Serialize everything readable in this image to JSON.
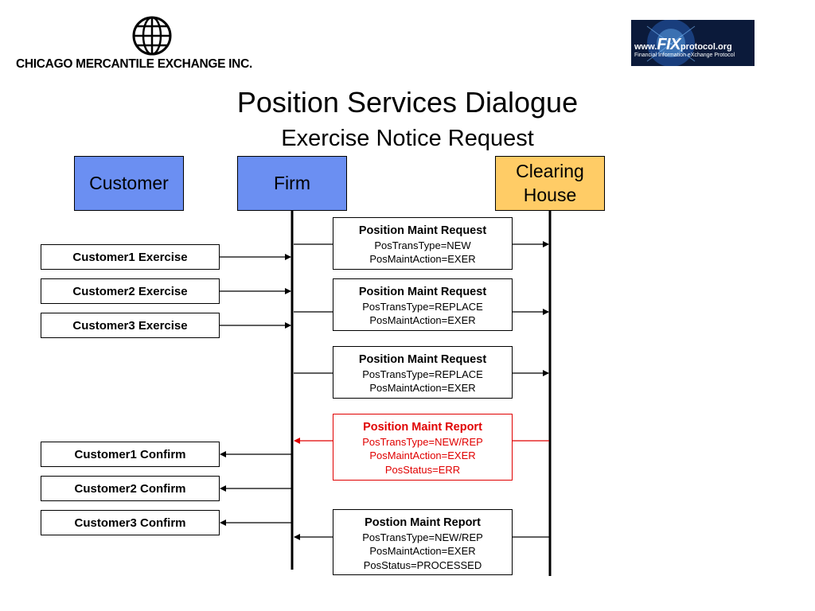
{
  "header": {
    "cme_logo_text": "CHICAGO MERCANTILE EXCHANGE INC.",
    "fix_logo": {
      "prefix": "www.",
      "brand": "FIX",
      "suffix": "protocol.org",
      "tagline": "Financial Information eXchange Protocol"
    }
  },
  "title": "Position Services Dialogue",
  "subtitle": "Exercise Notice Request",
  "actors": {
    "customer": "Customer",
    "firm": "Firm",
    "clearing_house": "Clearing House"
  },
  "customer_boxes": [
    "Customer1 Exercise",
    "Customer2 Exercise",
    "Customer3 Exercise",
    "Customer1 Confirm",
    "Customer2 Confirm",
    "Customer3 Confirm"
  ],
  "messages": [
    {
      "title": "Position Maint Request",
      "lines": [
        "PosTransType=NEW",
        "PosMaintAction=EXER"
      ],
      "direction": "firm-to-clearing",
      "color": "#000000"
    },
    {
      "title": "Position Maint Request",
      "lines": [
        "PosTransType=REPLACE",
        "PosMaintAction=EXER"
      ],
      "direction": "firm-to-clearing",
      "color": "#000000"
    },
    {
      "title": "Position Maint Request",
      "lines": [
        "PosTransType=REPLACE",
        "PosMaintAction=EXER"
      ],
      "direction": "firm-to-clearing",
      "color": "#000000"
    },
    {
      "title": "Position Maint Report",
      "lines": [
        "PosTransType=NEW/REP",
        "PosMaintAction=EXER",
        "PosStatus=ERR"
      ],
      "direction": "clearing-to-firm",
      "color": "#e00000"
    },
    {
      "title": "Postion Maint Report",
      "lines": [
        "PosTransType=NEW/REP",
        "PosMaintAction=EXER",
        "PosStatus=PROCESSED"
      ],
      "direction": "clearing-to-firm",
      "color": "#000000"
    }
  ],
  "colors": {
    "actor_blue": "#6b8ff2",
    "actor_gold": "#ffcc66",
    "error_red": "#e00000",
    "fix_logo_bg": "#0b1a3a"
  }
}
